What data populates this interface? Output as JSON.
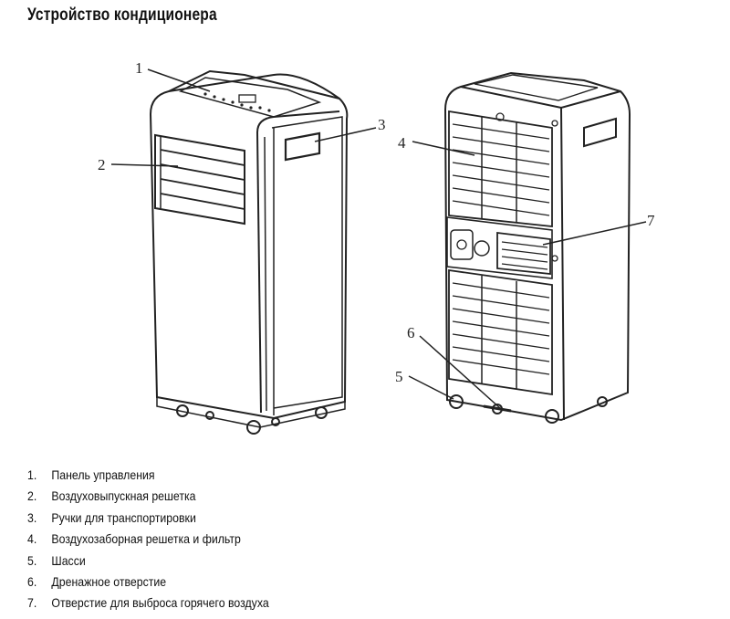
{
  "title": "Устройство кондиционера",
  "callouts": [
    "1",
    "2",
    "3",
    "4",
    "5",
    "6",
    "7"
  ],
  "legend": [
    {
      "num": "1.",
      "text": "Панель управления"
    },
    {
      "num": "2.",
      "text": "Воздуховыпускная решетка"
    },
    {
      "num": "3.",
      "text": "Ручки для транспортировки"
    },
    {
      "num": "4.",
      "text": "Воздухозаборная решетка и фильтр"
    },
    {
      "num": "5.",
      "text": "Шасси"
    },
    {
      "num": "6.",
      "text": "Дренажное отверстие"
    },
    {
      "num": "7.",
      "text": "Отверстие для выброса горячего воздуха"
    }
  ]
}
